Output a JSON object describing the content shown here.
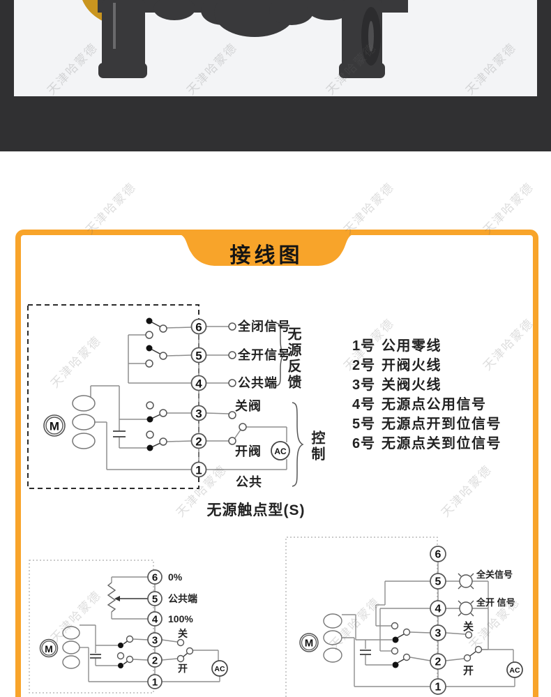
{
  "watermark": {
    "text": "天津哈蒙德"
  },
  "panel": {
    "title": "接线图",
    "caption": "无源触点型(S)",
    "accent_color": "#F8A42A"
  },
  "legend": {
    "items": [
      {
        "num": "1号",
        "label": "公用零线"
      },
      {
        "num": "2号",
        "label": "开阀火线"
      },
      {
        "num": "3号",
        "label": "关阀火线"
      },
      {
        "num": "4号",
        "label": "无源点公用信号"
      },
      {
        "num": "5号",
        "label": "无源点开到位信号"
      },
      {
        "num": "6号",
        "label": "无源点关到位信号"
      }
    ]
  },
  "diagram_top": {
    "motor": "M",
    "ac": "AC",
    "terminals": [
      "6",
      "5",
      "4",
      "3",
      "2",
      "1"
    ],
    "labels": {
      "full_closed_signal": "全闭信号",
      "full_open_signal": "全开信号",
      "common_terminal": "公共端",
      "close_valve": "关阀",
      "open_valve": "开阀",
      "common": "公共",
      "feedback_group": "无源反馈",
      "control_group": "控制"
    }
  },
  "diagram_left": {
    "motor": "M",
    "ac": "AC",
    "terminals": [
      "6",
      "5",
      "4",
      "3",
      "2",
      "1"
    ],
    "labels": {
      "zero_percent": "0%",
      "common_terminal": "公共端",
      "hundred_percent": "100%",
      "close": "关",
      "open": "开"
    }
  },
  "diagram_right": {
    "motor": "M",
    "ac": "AC",
    "terminals": [
      "6",
      "5",
      "4",
      "3",
      "2",
      "1"
    ],
    "labels": {
      "full_close_signal": "全关信号",
      "full_open_signal": "全开 信号",
      "close": "关",
      "open": "开"
    }
  }
}
